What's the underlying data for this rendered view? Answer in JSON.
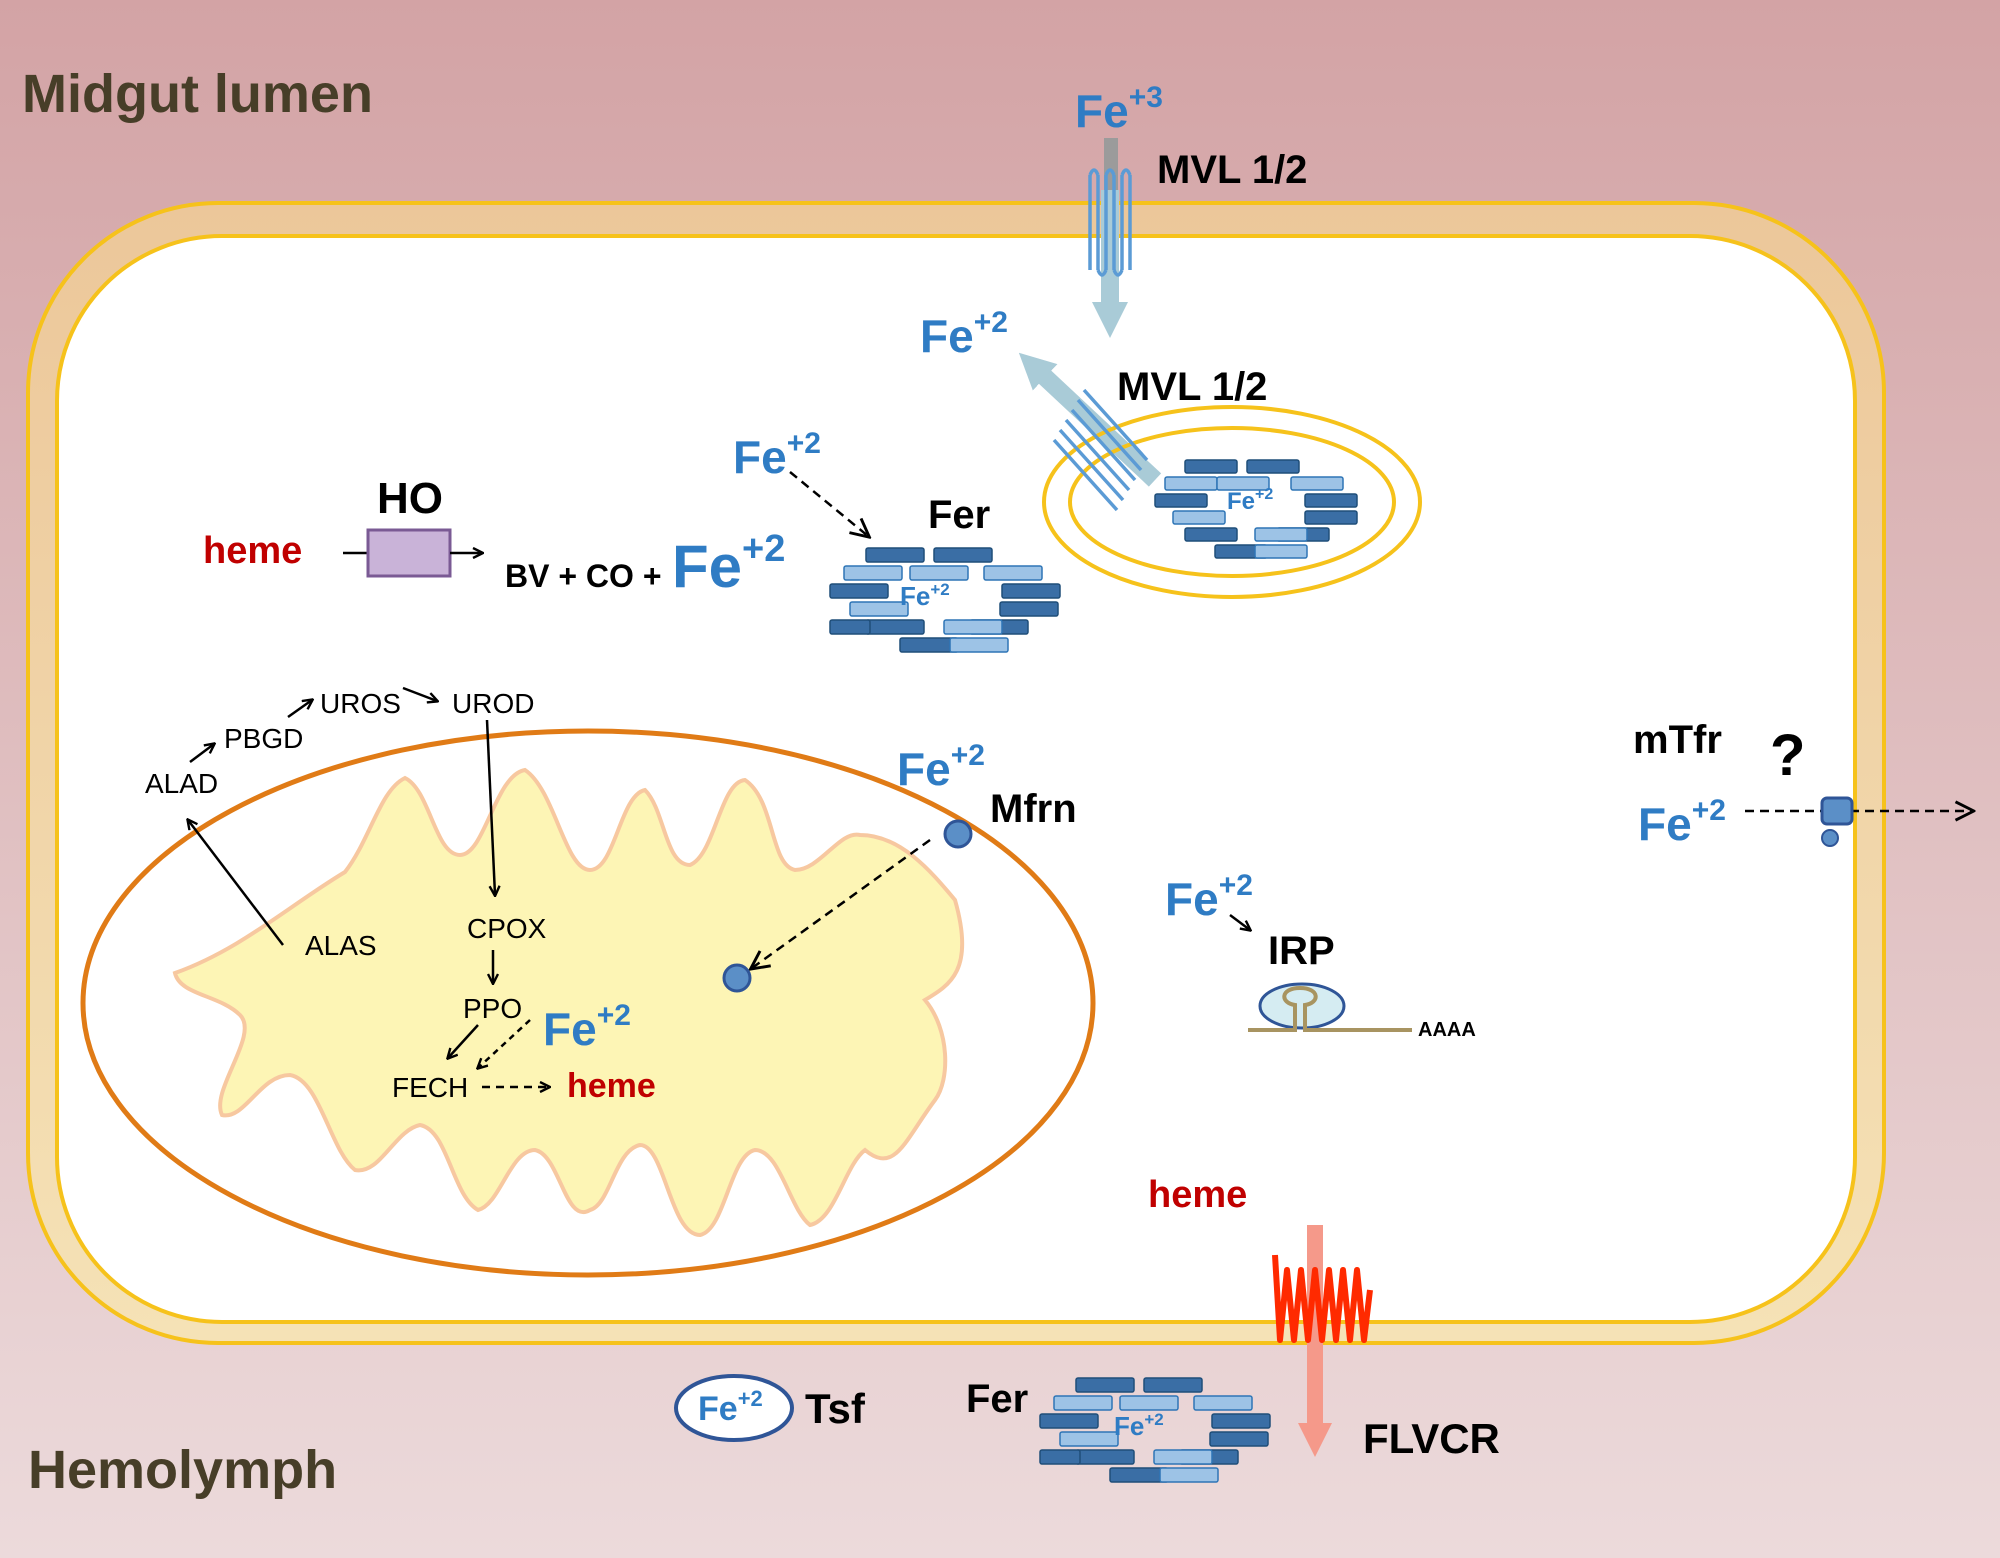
{
  "regions": {
    "lumen": "Midgut lumen",
    "hemolymph": "Hemolymph"
  },
  "iron": {
    "fe3": "Fe",
    "fe3_sup": "+3",
    "fe2": "Fe",
    "fe2_sup": "+2"
  },
  "labels": {
    "mvl_outer": "MVL 1/2",
    "mvl_vesicle": "MVL 1/2",
    "fer_cyto": "Fer",
    "fer_hemo": "Fer",
    "ho": "HO",
    "heme_cyto": "heme",
    "ho_products": "BV + CO +",
    "mfrn": "Mfrn",
    "mtfr": "mTfr",
    "mtfr_q": "?",
    "irp": "IRP",
    "polyA": "AAAA",
    "heme_export": "heme",
    "flvcr": "FLVCR",
    "tsf": "Tsf",
    "heme_mito": "heme"
  },
  "pathway": {
    "alad": "ALAD",
    "pbgd": "PBGD",
    "uros": "UROS",
    "urod": "UROD",
    "alas": "ALAS",
    "cpox": "CPOX",
    "ppo": "PPO",
    "fech": "FECH"
  },
  "colors": {
    "background": "#d8aeb0",
    "membrane": "#f6c21b",
    "cytoplasm": "#ffffff",
    "mito_outer": "#e07b16",
    "mito_matrix": "#fdf5b5",
    "fe_blue": "#2f7cc4",
    "heme_red": "#c00000",
    "flvcr_red": "#ff2a00"
  }
}
